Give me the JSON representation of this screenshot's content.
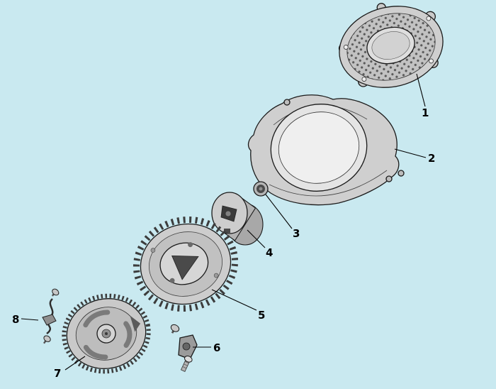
{
  "figure": {
    "colors": {
      "background": "#c9e9f0",
      "line": "#1a1a1a",
      "metal_light": "#d6d6d6",
      "metal_mid": "#c0c0c0",
      "metal_dark": "#4a4a4a"
    },
    "callouts": [
      {
        "label": "1"
      },
      {
        "label": "2"
      },
      {
        "label": "3"
      },
      {
        "label": "4"
      },
      {
        "label": "5"
      },
      {
        "label": "6"
      },
      {
        "label": "7"
      },
      {
        "label": "8"
      }
    ]
  }
}
